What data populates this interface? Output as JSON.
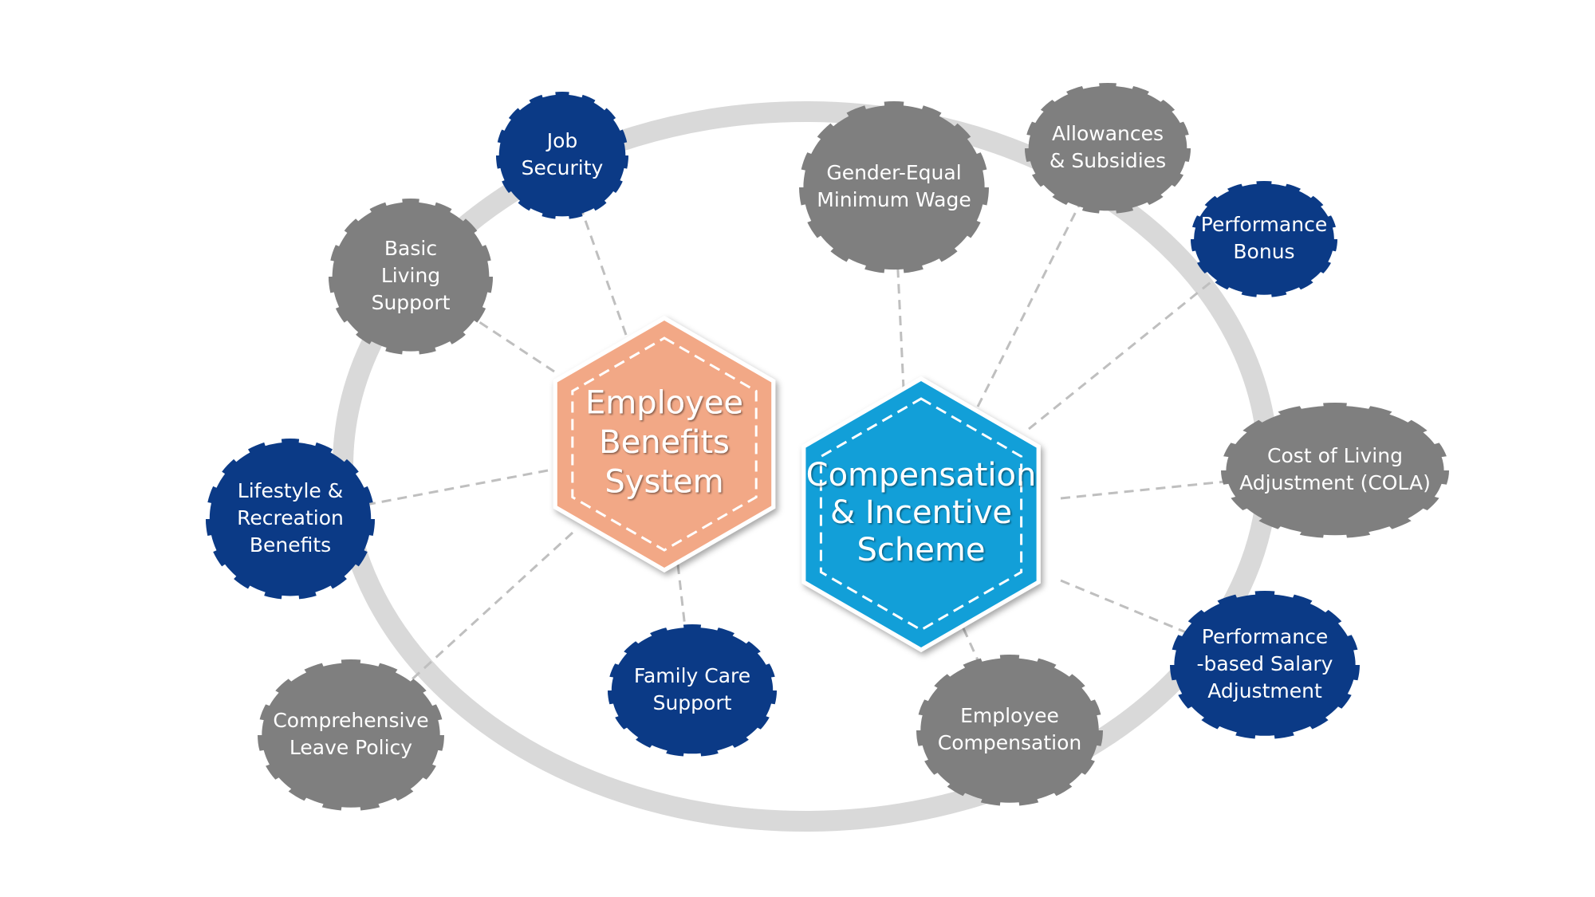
{
  "diagram": {
    "type": "hub-and-spoke",
    "colors": {
      "ring": "#d9d9d9",
      "connector": "#bfbfbf",
      "navy_node": "#0b3a86",
      "gray_node": "#7f7f7f",
      "benefits_hub": "#f2a886",
      "compensation_hub": "#129fd8",
      "text": "#ffffff"
    },
    "hubs": [
      {
        "id": "benefits",
        "lines": [
          "Employee",
          "Benefits",
          "System"
        ],
        "color": "benefits_hub"
      },
      {
        "id": "compensation",
        "lines": [
          "Compensation",
          "& Incentive",
          "Scheme"
        ],
        "color": "compensation_hub"
      }
    ],
    "nodes": [
      {
        "id": "job-security",
        "hub": "benefits",
        "color": "navy_node",
        "lines": [
          "Job",
          "Security"
        ]
      },
      {
        "id": "basic-living-support",
        "hub": "benefits",
        "color": "gray_node",
        "lines": [
          "Basic",
          "Living",
          "Support"
        ]
      },
      {
        "id": "lifestyle-recreation-benefits",
        "hub": "benefits",
        "color": "navy_node",
        "lines": [
          "Lifestyle &",
          "Recreation",
          "Benefits"
        ]
      },
      {
        "id": "comprehensive-leave-policy",
        "hub": "benefits",
        "color": "gray_node",
        "lines": [
          "Comprehensive",
          "Leave Policy"
        ]
      },
      {
        "id": "family-care-support",
        "hub": "benefits",
        "color": "navy_node",
        "lines": [
          "Family Care",
          "Support"
        ]
      },
      {
        "id": "gender-equal-minimum-wage",
        "hub": "compensation",
        "color": "gray_node",
        "lines": [
          "Gender-Equal",
          "Minimum Wage"
        ]
      },
      {
        "id": "allowances-subsidies",
        "hub": "compensation",
        "color": "gray_node",
        "lines": [
          "Allowances",
          "& Subsidies"
        ]
      },
      {
        "id": "performance-bonus",
        "hub": "compensation",
        "color": "navy_node",
        "lines": [
          "Performance",
          "Bonus"
        ]
      },
      {
        "id": "cost-of-living-adjustment",
        "hub": "compensation",
        "color": "gray_node",
        "lines": [
          "Cost of Living",
          "Adjustment (COLA)"
        ]
      },
      {
        "id": "performance-based-salary-adjustment",
        "hub": "compensation",
        "color": "navy_node",
        "lines": [
          "Performance",
          "-based Salary",
          "Adjustment"
        ]
      },
      {
        "id": "employee-compensation",
        "hub": "compensation",
        "color": "gray_node",
        "lines": [
          "Employee",
          "Compensation"
        ]
      }
    ]
  }
}
